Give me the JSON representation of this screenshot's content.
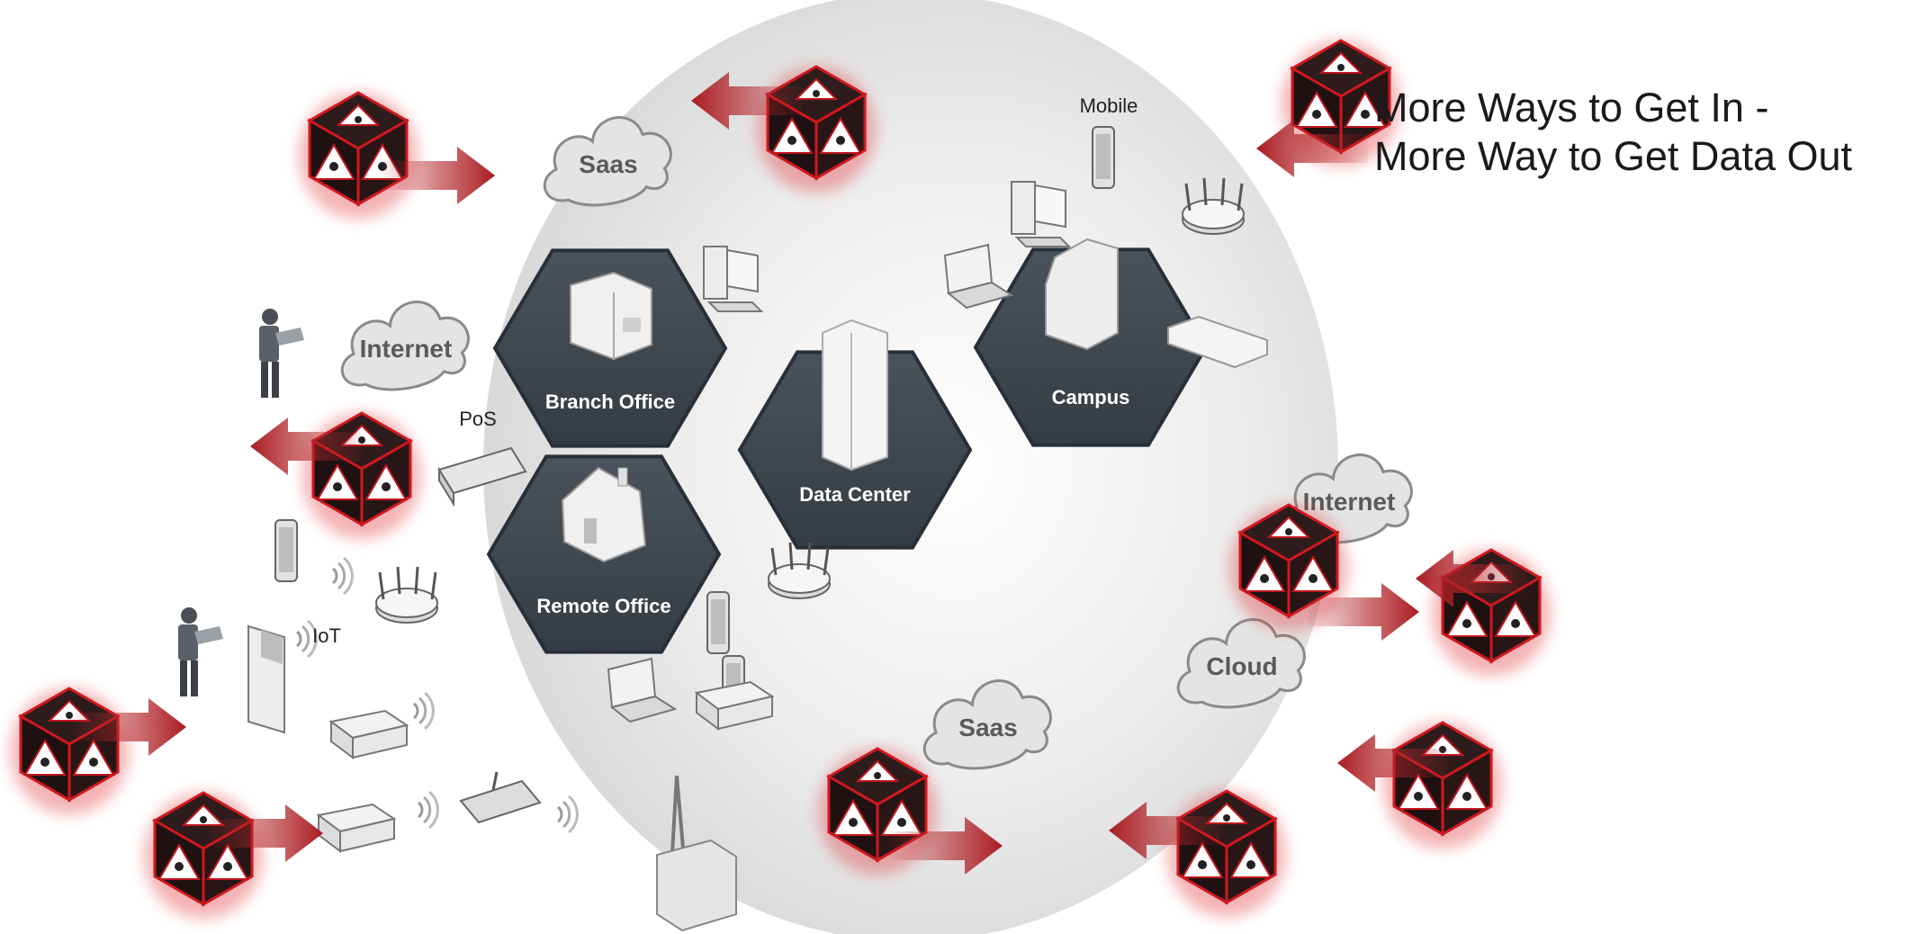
{
  "headline": {
    "line1": "More Ways to Get In -",
    "line2": "More Way to Get Data Out"
  },
  "zones": [
    {
      "id": "branch",
      "label": "Branch Office"
    },
    {
      "id": "remote",
      "label": "Remote Office"
    },
    {
      "id": "datacenter",
      "label": "Data Center"
    },
    {
      "id": "campus",
      "label": "Campus"
    }
  ],
  "clouds": [
    {
      "id": "saas-top",
      "label": "Saas"
    },
    {
      "id": "internet-left",
      "label": "Internet"
    },
    {
      "id": "internet-right",
      "label": "Internet"
    },
    {
      "id": "cloud-right",
      "label": "Cloud"
    },
    {
      "id": "saas-bottom",
      "label": "Saas"
    }
  ],
  "device_labels": {
    "mobile": "Mobile",
    "pos": "PoS",
    "iot": "IoT"
  },
  "colors": {
    "hexagon": "#3f4850",
    "hexagon_border": "#2a3036",
    "threat_red": "#c0161c",
    "arrow_red": "#b3262b",
    "circle": "#e9e9e9"
  },
  "icons": {
    "threat": "biohazard-warning-cube-icon",
    "arrow": "red-arrow-icon",
    "cloud": "cloud-icon",
    "building": "building-icon",
    "house": "house-icon",
    "server": "server-rack-icon",
    "access_point": "wifi-access-point-icon",
    "laptop": "laptop-icon",
    "phone": "mobile-phone-icon",
    "person": "person-with-laptop-icon"
  }
}
